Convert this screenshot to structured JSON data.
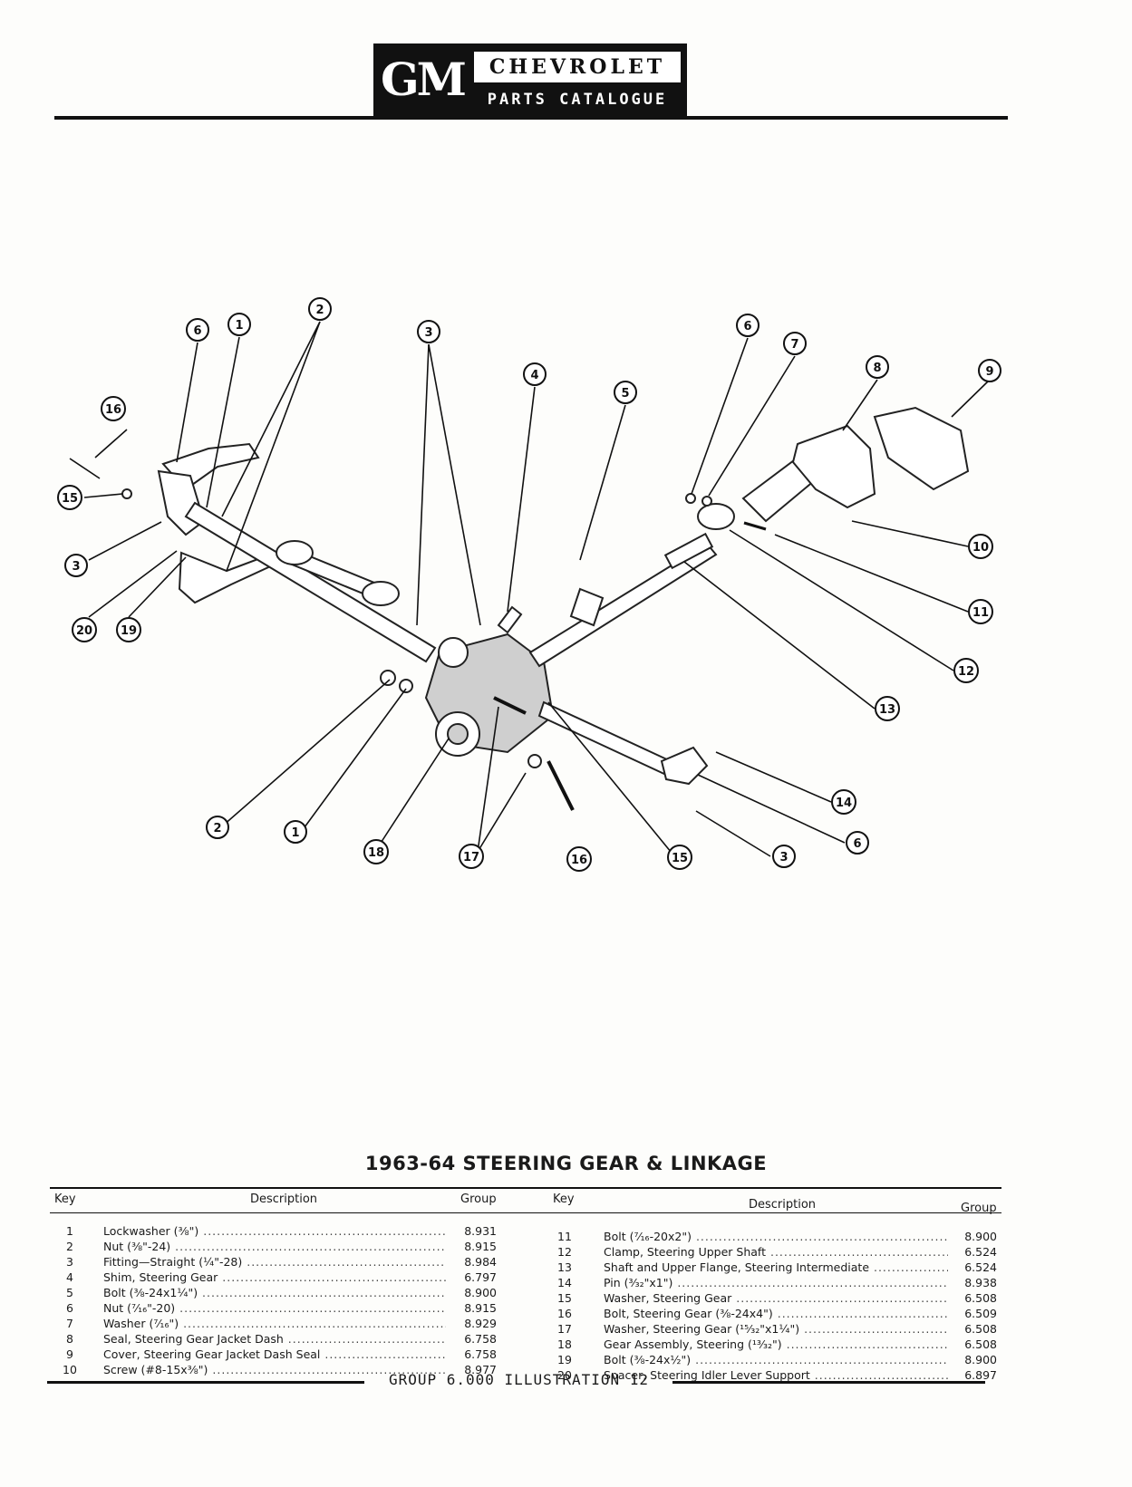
{
  "header": {
    "logo_mark": "GM",
    "brand": "CHEVROLET",
    "subtitle": "PARTS CATALOGUE"
  },
  "diagram": {
    "callouts": [
      "6",
      "1",
      "2",
      "3",
      "4",
      "5",
      "6",
      "7",
      "8",
      "9",
      "16",
      "15",
      "3",
      "20",
      "19",
      "10",
      "11",
      "12",
      "13",
      "14",
      "6",
      "3",
      "15",
      "16",
      "17",
      "18",
      "1",
      "2"
    ]
  },
  "title": "1963-64 STEERING GEAR & LINKAGE",
  "table": {
    "headers": {
      "key": "Key",
      "description": "Description",
      "group": "Group"
    },
    "left_rows": [
      {
        "key": "1",
        "description": "Lockwasher (⅜\")",
        "group": "8.931"
      },
      {
        "key": "2",
        "description": "Nut (⅜\"-24)",
        "group": "8.915"
      },
      {
        "key": "3",
        "description": "Fitting—Straight (¼\"-28)",
        "group": "8.984"
      },
      {
        "key": "4",
        "description": "Shim, Steering Gear",
        "group": "6.797"
      },
      {
        "key": "5",
        "description": "Bolt (⅜-24x1¼\")",
        "group": "8.900"
      },
      {
        "key": "6",
        "description": "Nut (⁷⁄₁₆\"-20)",
        "group": "8.915"
      },
      {
        "key": "7",
        "description": "Washer (⁷⁄₁₆\")",
        "group": "8.929"
      },
      {
        "key": "8",
        "description": "Seal, Steering Gear Jacket Dash",
        "group": "6.758"
      },
      {
        "key": "9",
        "description": "Cover, Steering Gear Jacket Dash Seal",
        "group": "6.758"
      },
      {
        "key": "10",
        "description": "Screw (#8-15x⅜\")",
        "group": "8.977"
      }
    ],
    "right_rows": [
      {
        "key": "11",
        "description": "Bolt (⁷⁄₁₆-20x2\")",
        "group": "8.900"
      },
      {
        "key": "12",
        "description": "Clamp, Steering Upper Shaft",
        "group": "6.524"
      },
      {
        "key": "13",
        "description": "Shaft and Upper Flange, Steering Intermediate",
        "group": "6.524"
      },
      {
        "key": "14",
        "description": "Pin (³⁄₃₂\"x1\")",
        "group": "8.938"
      },
      {
        "key": "15",
        "description": "Washer, Steering Gear",
        "group": "6.508"
      },
      {
        "key": "16",
        "description": "Bolt, Steering Gear (⅜-24x4\")",
        "group": "6.509"
      },
      {
        "key": "17",
        "description": "Washer, Steering Gear (¹⁵⁄₃₂\"x1¼\")",
        "group": "6.508"
      },
      {
        "key": "18",
        "description": "Gear Assembly, Steering (¹³⁄₃₂\")",
        "group": "6.508"
      },
      {
        "key": "19",
        "description": "Bolt (⅜-24x½\")",
        "group": "8.900"
      },
      {
        "key": "20",
        "description": "Spacer, Steering Idler Lever Support",
        "group": "6.897"
      }
    ]
  },
  "footer": "GROUP 6.000 ILLUSTRATION 12"
}
